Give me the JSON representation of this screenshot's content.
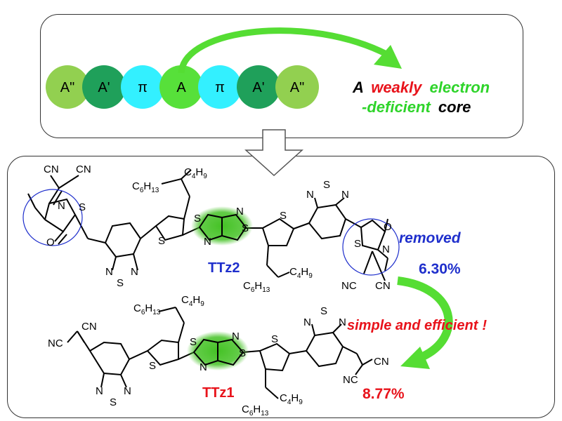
{
  "chain": {
    "circles": [
      {
        "label": "A\"",
        "color": "#92d050"
      },
      {
        "label": "A'",
        "color": "#1fa05a"
      },
      {
        "label": "π",
        "color": "#33f0ff"
      },
      {
        "label": "A",
        "color": "#57e03a"
      },
      {
        "label": "π",
        "color": "#33f0ff"
      },
      {
        "label": "A'",
        "color": "#1fa05a"
      },
      {
        "label": "A\"",
        "color": "#92d050"
      }
    ]
  },
  "core_text": {
    "line1_part1": "A",
    "line1_part2": "weakly",
    "line1_part3": "electron",
    "line2_part1": "-deficient",
    "line2_part2": "core"
  },
  "molecules": {
    "ttz2_label": "TTz2",
    "ttz1_label": "TTz1",
    "removed_label": "removed",
    "efficiency_ttz2": "6.30%",
    "efficiency_ttz1": "8.77%",
    "arrow_text": "simple and efficient",
    "arrow_text_mark": "!"
  },
  "atoms": {
    "cn": "CN",
    "nc": "NC",
    "n": "N",
    "s": "S",
    "o": "O",
    "side_chain_c6": "C",
    "side_chain_c6_sub": "6",
    "side_chain_h13": "H",
    "side_chain_h13_sub": "13",
    "side_chain_c4": "C",
    "side_chain_c4_sub": "4",
    "side_chain_h9": "H",
    "side_chain_h9_sub": "9"
  },
  "colors": {
    "black": "#000000",
    "red": "#e8131b",
    "green": "#2ed42a",
    "blue": "#1f2fcc",
    "highlight": "#3bbf1a",
    "arrow": "#55dd33"
  }
}
